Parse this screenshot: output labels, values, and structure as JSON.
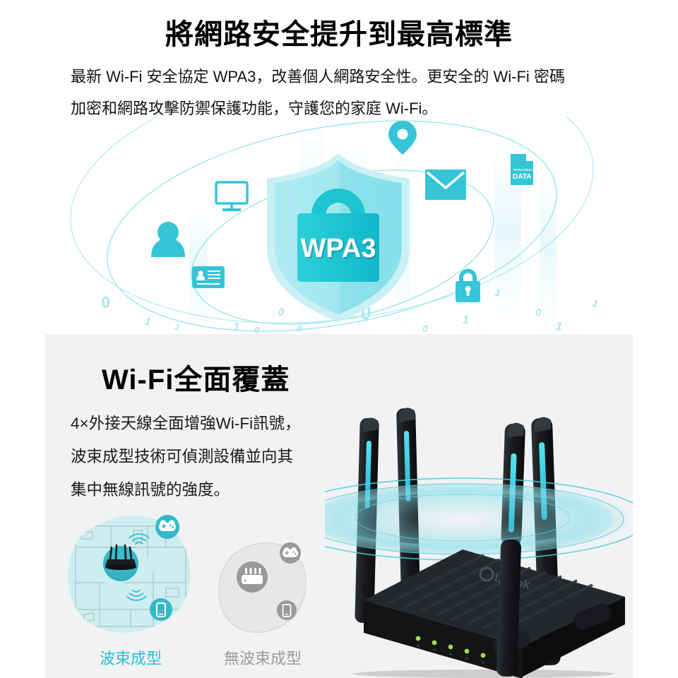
{
  "security_section": {
    "title": "將網路安全提升到最高標準",
    "body_line1": "最新 Wi-Fi 安全協定 WPA3，改善個人網路安全性。更安全的 Wi-Fi 密碼",
    "body_line2": "加密和網路攻擊防禦保護功能，守護您的家庭 Wi-Fi。",
    "shield_label": "WPA3",
    "document_label_small": "PERSONAL",
    "document_label_large": "DATA",
    "binary_digits": [
      "0",
      "1",
      "1",
      "1",
      "0",
      "0",
      "0",
      "0",
      "0",
      "1",
      "1",
      "0",
      "1",
      "1"
    ]
  },
  "coverage_section": {
    "heading": "Wi-Fi全面覆蓋",
    "body_line1": "4×外接天線全面增強Wi-Fi訊號，",
    "body_line2": "波束成型技術可偵測設備並向其",
    "body_line3": "集中無線訊號的強度。",
    "beamforming_label": "波束成型",
    "no_beamforming_label": "無波束成型",
    "router_logo": "tp-link"
  },
  "colors": {
    "accent_cyan": "#35c5d7",
    "shield_fill": "#9ce6ef",
    "lock_teal": "#18bfd2",
    "teal_label": "#2bbfd4",
    "gray_label": "#9b9b9b",
    "section_bg": "#f0f2f3",
    "led_green": "#a6d94e"
  }
}
